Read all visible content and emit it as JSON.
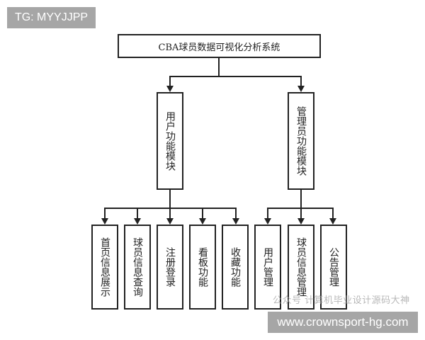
{
  "badge": {
    "text": "TG: MYYJJPP"
  },
  "diagram": {
    "root": {
      "label": "CBA球员数据可视化分析系统"
    },
    "modules": [
      {
        "label": "用户功能模块",
        "children": [
          {
            "label": "首页信息展示"
          },
          {
            "label": "球员信息查询"
          },
          {
            "label": "注册登录"
          },
          {
            "label": "看板功能"
          },
          {
            "label": "收藏功能"
          }
        ]
      },
      {
        "label": "管理员功能模块",
        "children": [
          {
            "label": "用户管理"
          },
          {
            "label": "球员信息管理"
          },
          {
            "label": "公告管理"
          }
        ]
      }
    ]
  },
  "watermark": {
    "text": "公众号 计算机毕业设计源码大神"
  },
  "url_banner": {
    "text": "www.crownsport-hg.com"
  }
}
